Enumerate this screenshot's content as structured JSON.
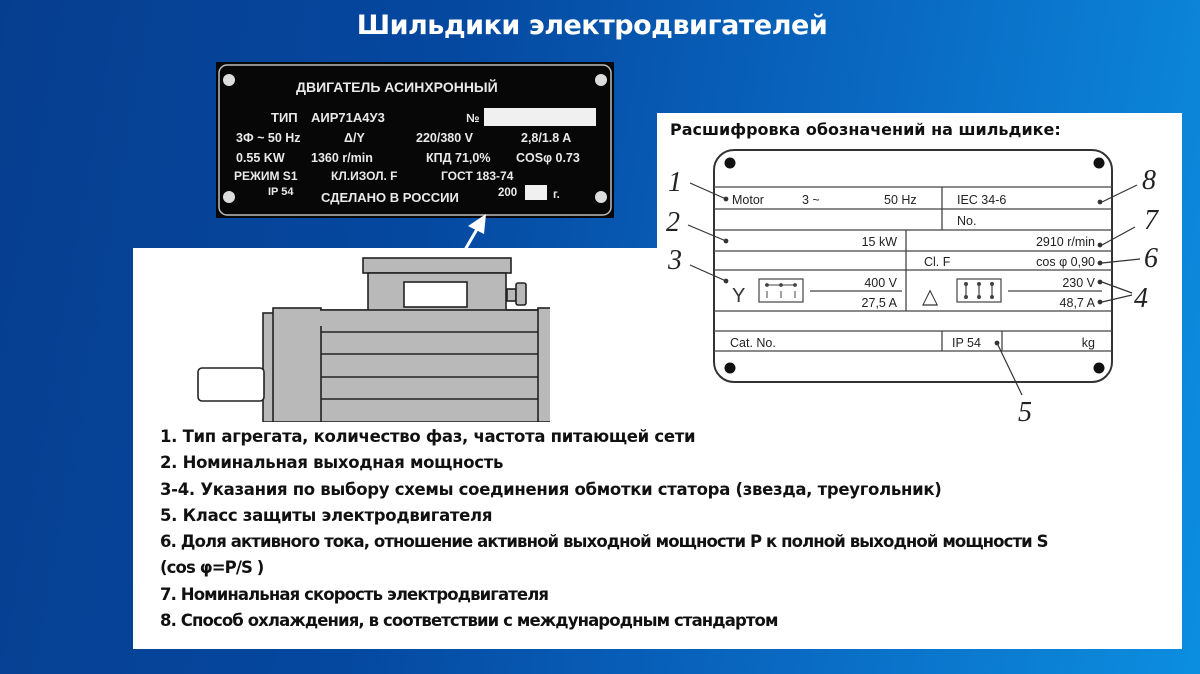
{
  "header": {
    "title": "Шильдики электродвигателей"
  },
  "photo_plate": {
    "heading": "ДВИГАТЕЛЬ АСИНХРОННЫЙ",
    "type_label": "ТИП",
    "type_value": "АИР71А4У3",
    "number_label": "№",
    "phase_freq": "3Ф ~ 50 Hz",
    "connection": "Δ/Y",
    "voltage": "220/380 V",
    "current": "2,8/1.8 A",
    "power": "0.55 KW",
    "speed": "1360 r/min",
    "efficiency": "КПД 71,0%",
    "cos_phi": "COSφ 0.73",
    "duty": "РЕЖИМ S1",
    "insulation": "КЛ.ИЗОЛ. F",
    "standard": "ГОСТ 183-74",
    "ip": "IP 54",
    "made_in": "СДЕЛАНО В РОССИИ",
    "year_prefix": "200",
    "year_suffix": "г."
  },
  "diagram": {
    "heading": "Расшифровка обозначений на шильдике:",
    "cells": {
      "motor": "Motor",
      "phases": "3 ~",
      "frequency": "50 Hz",
      "standard": "IEC 34-6",
      "number": "No.",
      "power": "15 kW",
      "speed": "2910 r/min",
      "ins_class": "Cl. F",
      "cos_phi": "cos φ 0,90",
      "star_symbol": "Y",
      "star_voltage": "400 V",
      "star_current": "27,5 A",
      "delta_symbol": "△",
      "delta_voltage": "230 V",
      "delta_current": "48,7 A",
      "cat_no": "Cat. No.",
      "ip": "IP 54",
      "weight_unit": "kg"
    },
    "callouts": [
      "1",
      "2",
      "3",
      "4",
      "5",
      "6",
      "7",
      "8"
    ]
  },
  "legend": {
    "items": [
      "1. Тип агрегата, количество фаз, частота питающей сети",
      "2. Номинальная выходная мощность",
      "3-4. Указания по выбору схемы соединения обмотки статора (звезда, треугольник)",
      "5. Класс защиты электродвигателя",
      "6. Доля активного тока, отношение активной выходной мощности P к полной выходной мощности S",
      "(cos φ=P/S )",
      "7. Номинальная скорость электродвигателя",
      "8. Способ охлаждения, в соответствии с международным стандартом"
    ]
  },
  "colors": {
    "bg_dark": "#063e8f",
    "bg_light": "#0c8ee0",
    "plate_bg": "#070707",
    "motor_gray": "#b9b9b9"
  }
}
